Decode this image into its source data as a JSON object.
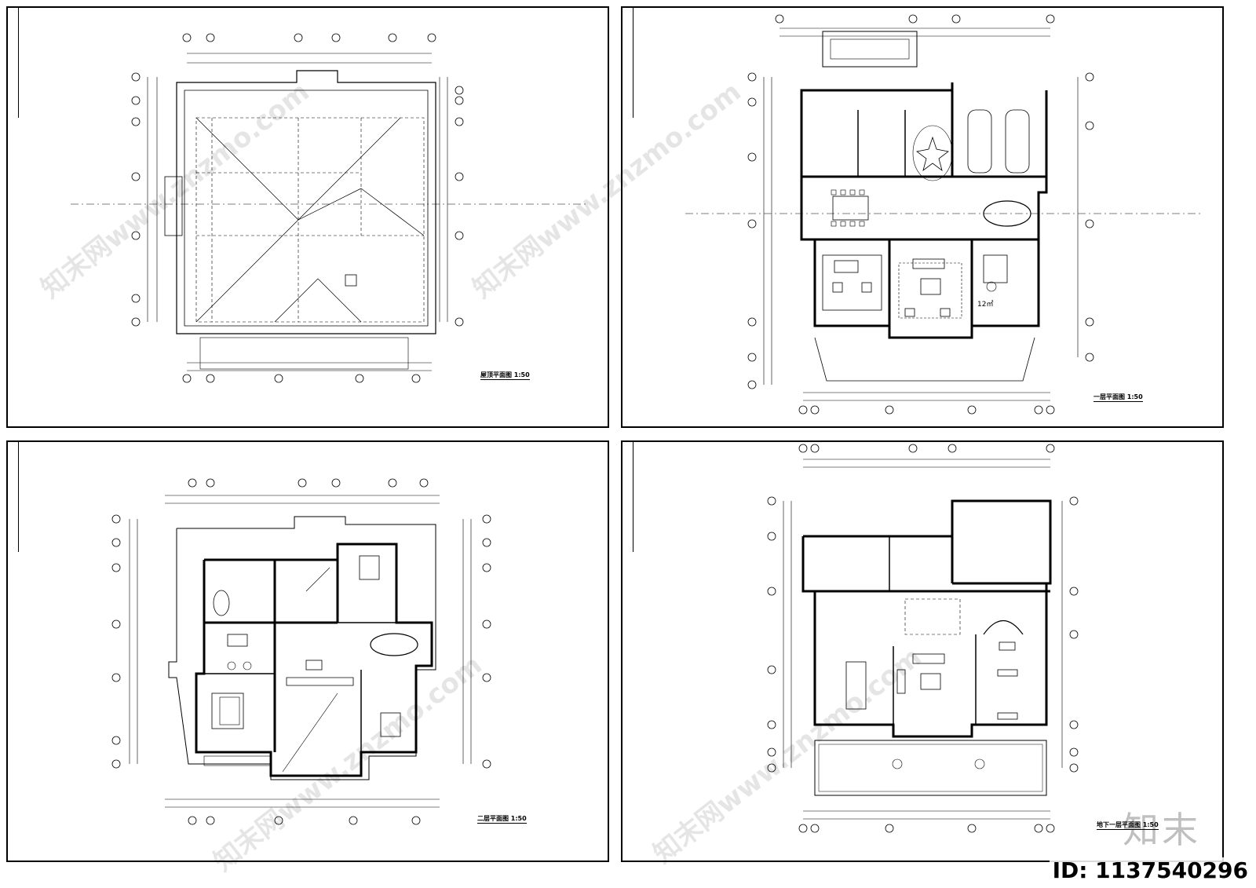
{
  "sheets": [
    {
      "id": "roof",
      "title": "屋顶平面图  1:50"
    },
    {
      "id": "first",
      "title": "一层平面图  1:50"
    },
    {
      "id": "second",
      "title": "二层平面图  1:50"
    },
    {
      "id": "basement",
      "title": "地下一层平面图  1:50"
    }
  ],
  "area_label": "12㎡",
  "watermark_text": "知末网www.znzmo.com",
  "logo_text": "知末",
  "id_label": "ID: 1137540296"
}
